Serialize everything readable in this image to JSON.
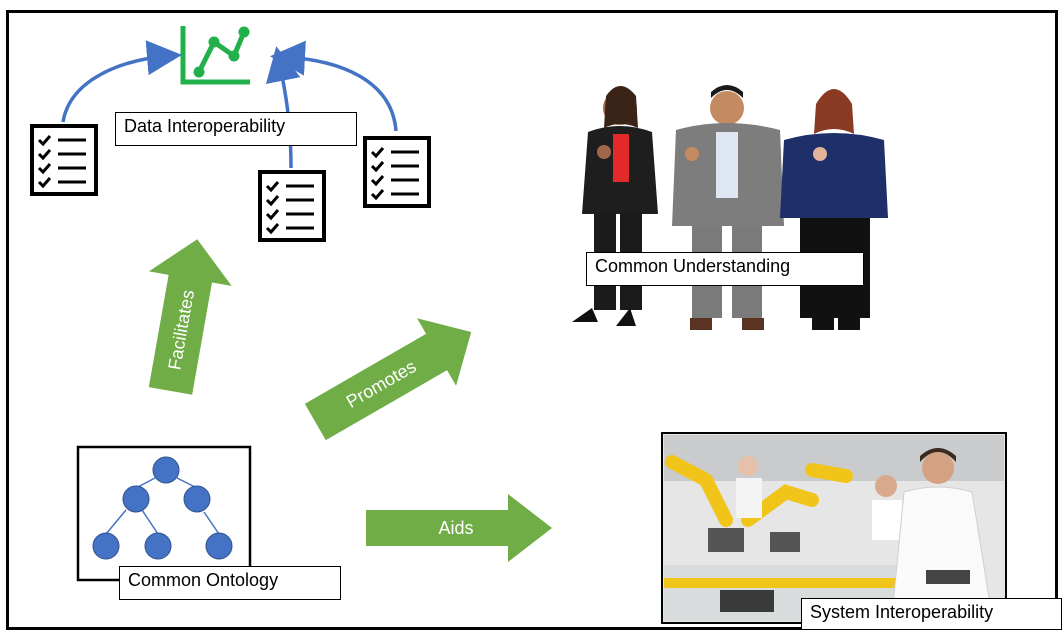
{
  "labels": {
    "data_interoperability": "Data Interoperability",
    "common_understanding": "Common Understanding",
    "common_ontology": "Common Ontology",
    "system_interoperability": "System Interoperability"
  },
  "arrows": {
    "facilitates": "Facilitates",
    "promotes": "Promotes",
    "aids": "Aids"
  },
  "colors": {
    "arrow_green": "#70ad47",
    "chart_green": "#22b04b",
    "curve_blue": "#4472c4",
    "node_blue": "#4472c4"
  },
  "icons": [
    "line-chart-icon",
    "checklist-icon",
    "people-thumbs-up-image",
    "robotic-lab-image",
    "tree-graph-icon"
  ]
}
